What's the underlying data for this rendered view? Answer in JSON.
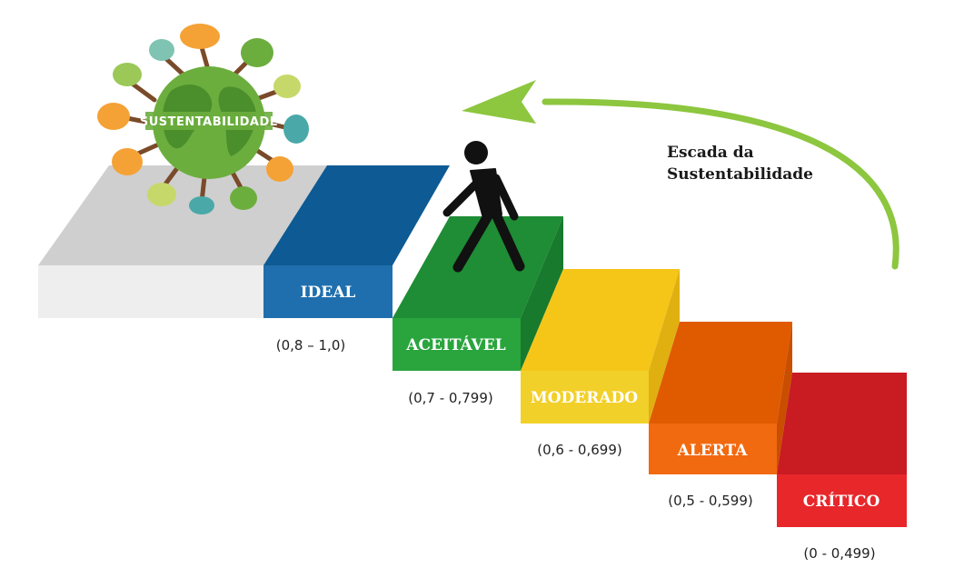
{
  "caption": {
    "line1": "Escada da",
    "line2": "Sustentabilidade"
  },
  "globe_label": "SUSTENTABILIDADE",
  "steps": [
    {
      "label": "IDEAL",
      "range": "(0,8 – 1,0)",
      "front": "#1f6fae",
      "top": "#0d5a94",
      "side": "#0b4c7e"
    },
    {
      "label": "ACEITÁVEL",
      "range": "(0,7 - 0,799)",
      "front": "#2aa53e",
      "top": "#1e8d35",
      "side": "#187a2c"
    },
    {
      "label": "MODERADO",
      "range": "(0,6 - 0,699)",
      "front": "#f2d02a",
      "top": "#f5c518",
      "side": "#e0b010"
    },
    {
      "label": "ALERTA",
      "range": "(0,5 - 0,599)",
      "front": "#f26a10",
      "top": "#e05a00",
      "side": "#c94e00"
    },
    {
      "label": "CRÍTICO",
      "range": "(0 - 0,499)",
      "front": "#e8272b",
      "top": "#c81b22",
      "side": "#b0161c"
    }
  ],
  "colors": {
    "platform_top": "#cfcfcf",
    "platform_front": "#eeeeee",
    "arrow": "#8dc63f",
    "walker": "#111111",
    "globe": "#6cae3e"
  },
  "icons": [
    "walking-person-icon",
    "globe-icon",
    "curved-arrow-icon"
  ]
}
